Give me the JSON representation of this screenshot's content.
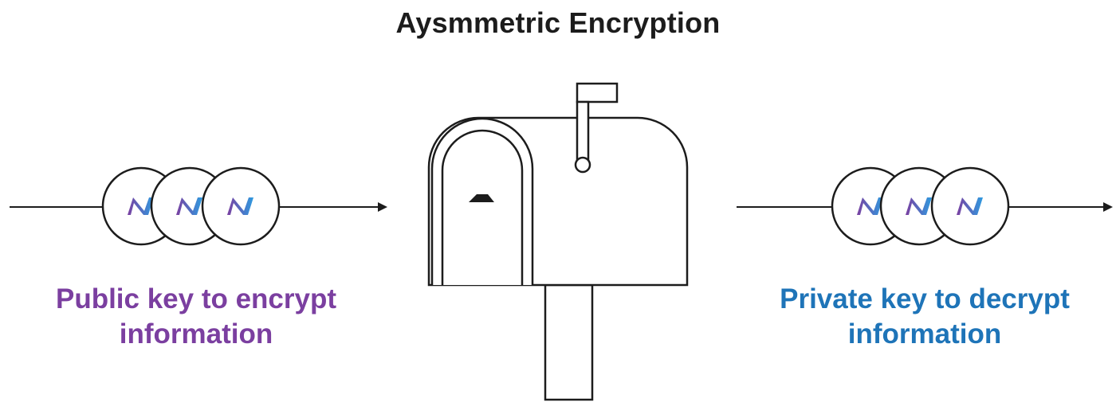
{
  "title": "Aysmmetric Encryption",
  "colors": {
    "stroke": "#1c1c1c",
    "public": "#7b3fa0",
    "private": "#1e74b8",
    "token_gradient_start": "#7b3fa0",
    "token_gradient_end": "#2e9be0"
  },
  "public_key": {
    "line1": "Public key to encrypt",
    "line2": "information"
  },
  "private_key": {
    "line1": "Private key to decrypt",
    "line2": "information"
  },
  "icons": [
    "token-icon",
    "mailbox-icon",
    "arrow-right-icon"
  ]
}
